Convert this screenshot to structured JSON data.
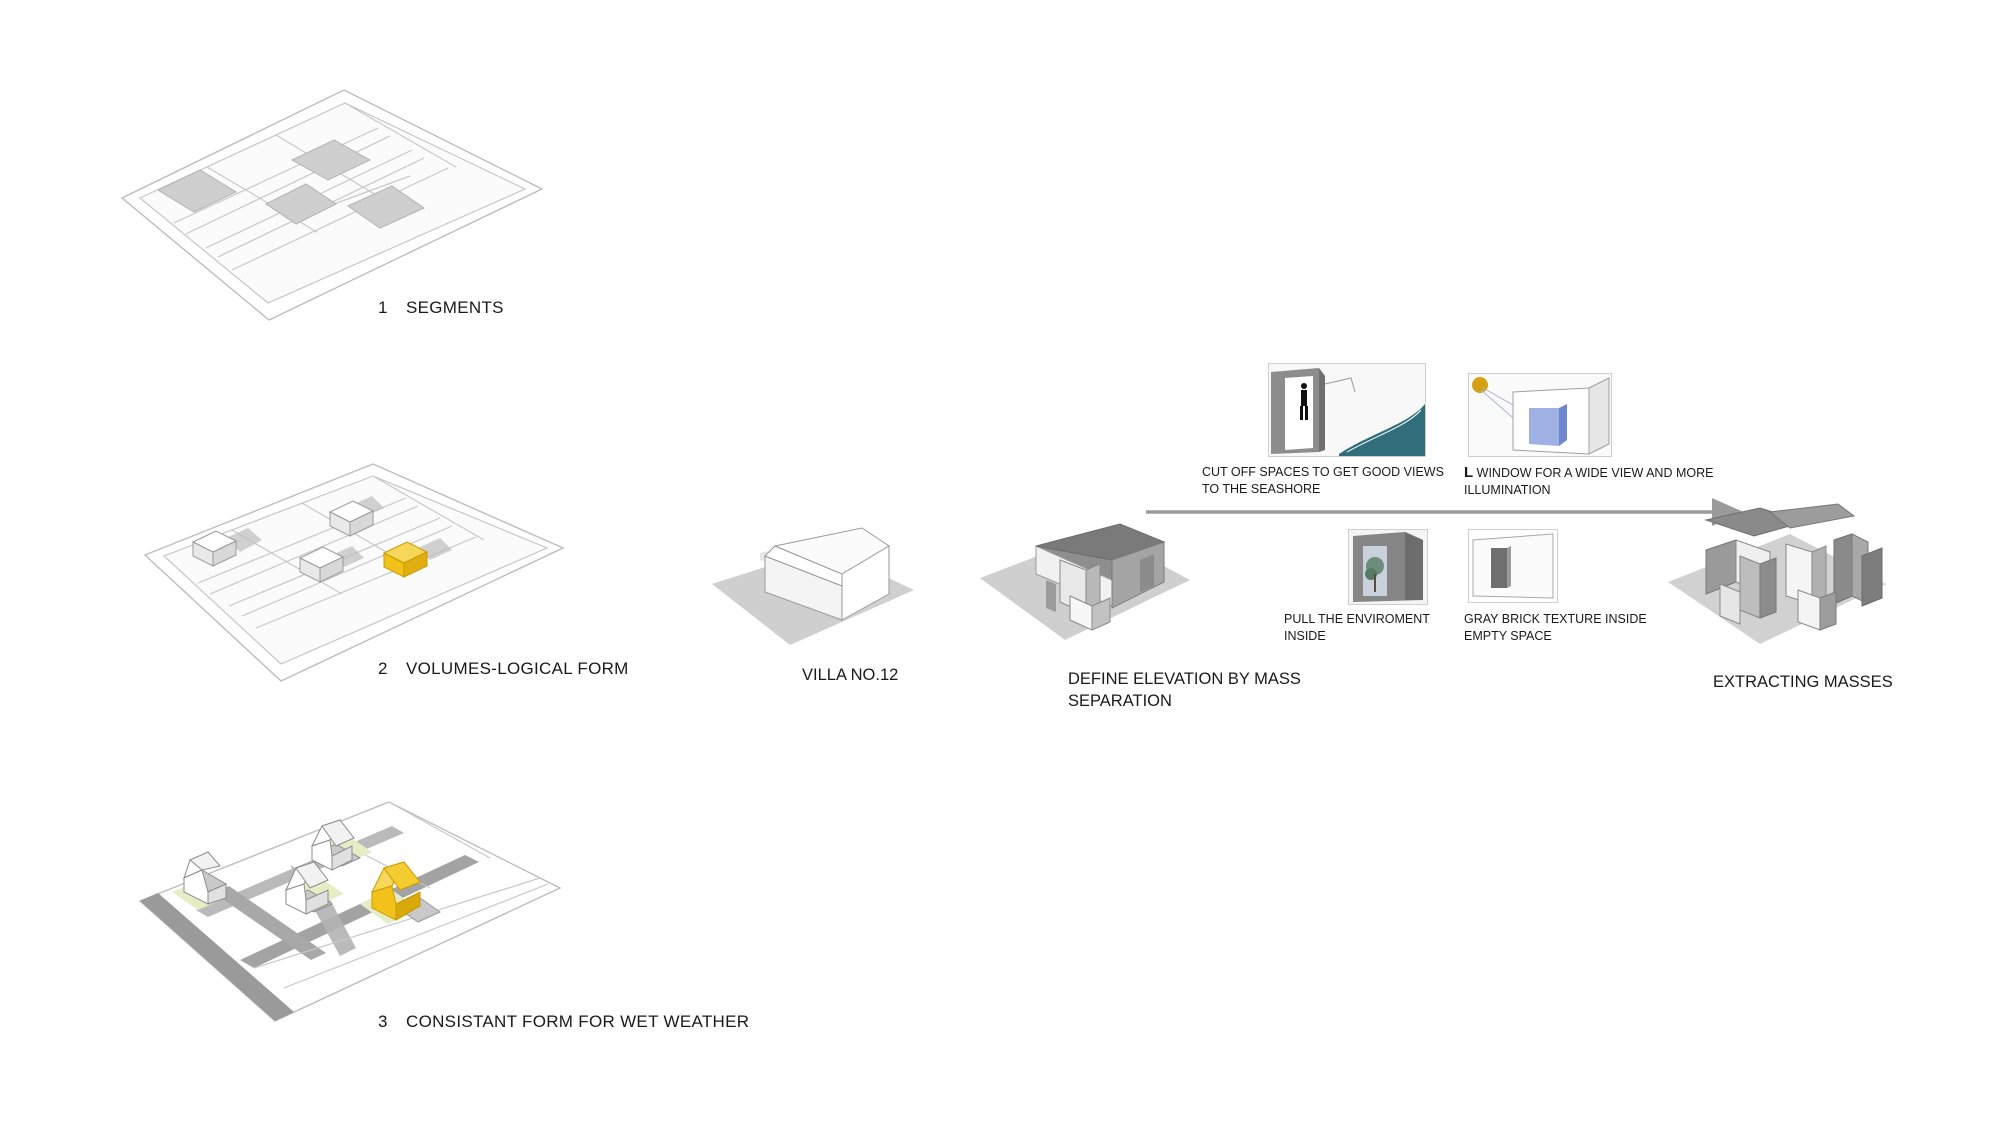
{
  "steps": [
    {
      "number": "1",
      "label": "SEGMENTS"
    },
    {
      "number": "2",
      "label": "VOLUMES-LOGICAL FORM"
    },
    {
      "number": "3",
      "label": "CONSISTANT FORM FOR WET WEATHER"
    }
  ],
  "sequence": {
    "villa": "VILLA NO.12",
    "elevation_line1": "DEFINE ELEVATION BY MASS",
    "elevation_line2": "SEPARATION",
    "extracting": "EXTRACTING MASSES"
  },
  "strategies": {
    "cutoff_line1": "CUT OFF SPACES TO GET GOOD VIEWS",
    "cutoff_line2": "TO THE SEASHORE",
    "lwindow_lead": "L",
    "lwindow_line1": " WINDOW FOR  A WIDE VIEW AND MORE",
    "lwindow_line2": "ILLUMINATION",
    "pull_line1": "PULL THE ENVIROMENT",
    "pull_line2": "INSIDE",
    "brick_line1": "GRAY BRICK TEXTURE INSIDE",
    "brick_line2": "EMPTY SPACE"
  },
  "colors": {
    "highlight_volume": "#f2c21b",
    "mass_gray": "#8a8a8a",
    "shadow_gray": "#d2d2d2",
    "road_gray": "#9a9a9a",
    "green_patch": "#e6edc4",
    "sun": "#d4a012",
    "window_blue": "#8ea2e0",
    "sea": "#3a7f8a"
  }
}
